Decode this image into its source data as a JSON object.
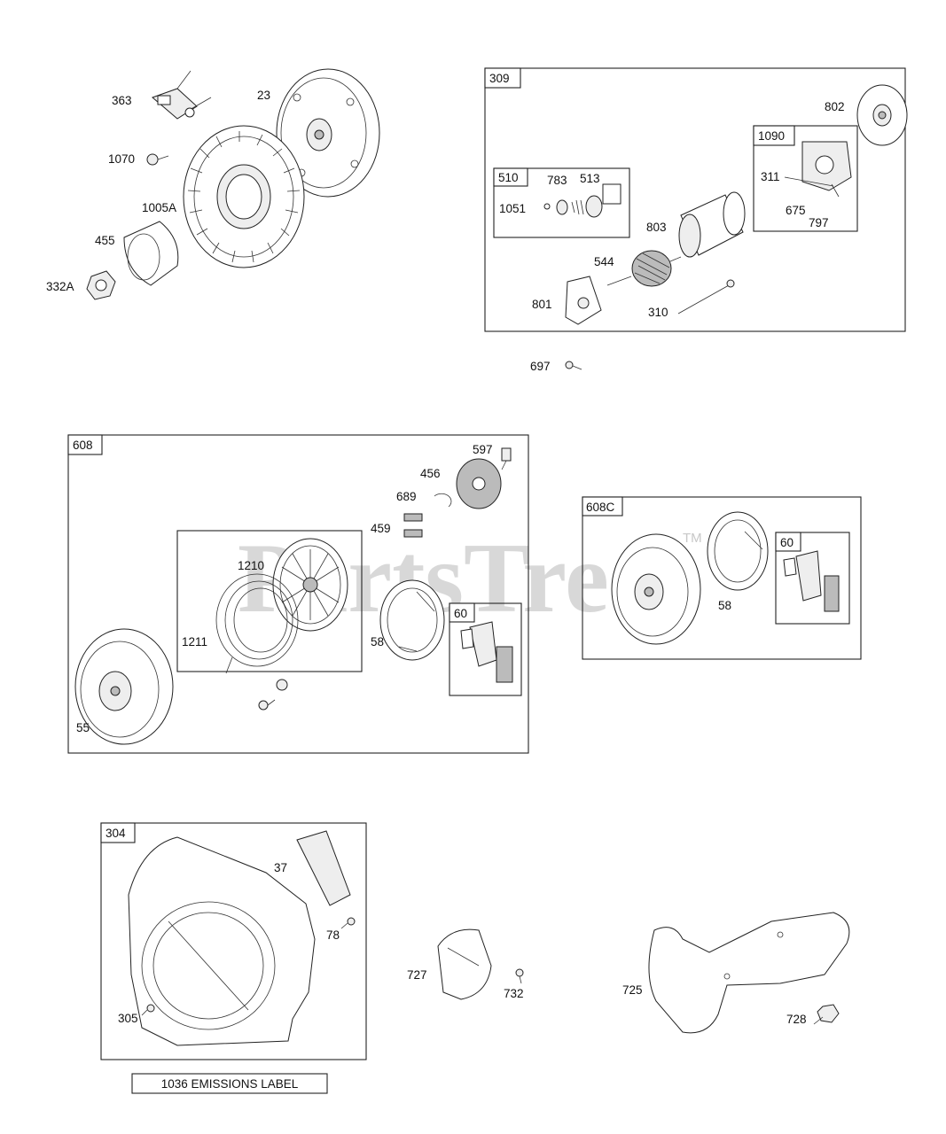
{
  "watermark": {
    "text": "PartsTree",
    "tm": "TM"
  },
  "loose_labels": {
    "l363": "363",
    "l23": "23",
    "l1070": "1070",
    "l1005A": "1005A",
    "l455": "455",
    "l332A": "332A",
    "l697": "697",
    "l727": "727",
    "l732": "732",
    "l725": "725",
    "l728": "728"
  },
  "group_309": {
    "tag": "309",
    "labels": {
      "l802": "802",
      "l311": "311",
      "l675": "675",
      "l797": "797",
      "l803": "803",
      "l544": "544",
      "l801": "801",
      "l310": "310"
    },
    "group_510": {
      "tag": "510",
      "labels": {
        "l783": "783",
        "l513": "513",
        "l1051": "1051"
      }
    },
    "group_1090": {
      "tag": "1090"
    }
  },
  "group_608": {
    "tag": "608",
    "labels": {
      "l597": "597",
      "l456": "456",
      "l689": "689",
      "l459": "459",
      "l1210": "1210",
      "l1211": "1211",
      "l58": "58",
      "l55": "55"
    },
    "group_60": {
      "tag": "60"
    }
  },
  "group_608C": {
    "tag": "608C",
    "labels": {
      "l58": "58"
    },
    "group_60": {
      "tag": "60"
    }
  },
  "group_304": {
    "tag": "304",
    "labels": {
      "l37": "37",
      "l78": "78",
      "l305": "305"
    }
  },
  "emissions_label": "1036 EMISSIONS LABEL"
}
